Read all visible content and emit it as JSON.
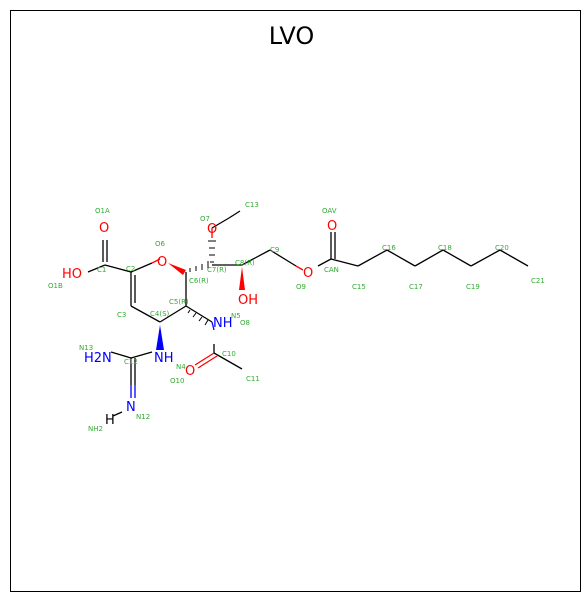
{
  "title": "LVO",
  "colors": {
    "carbon_bond": "#000000",
    "oxygen": "#ff0000",
    "nitrogen": "#0000ff",
    "atom_label": "#33aa33",
    "hetero_hydrogen": "#000000"
  },
  "atom_labels": [
    "O1A",
    "O6",
    "O7",
    "C13",
    "OAV",
    "C1",
    "C2",
    "C9",
    "C16",
    "C18",
    "C20",
    "O1B",
    "C7(R)",
    "C8(R)",
    "C21",
    "C3",
    "C4(S)",
    "C5(R)",
    "C6(R)",
    "CAN",
    "C15",
    "C17",
    "C19",
    "O9",
    "N5",
    "O8",
    "N13",
    "C12",
    "C10",
    "N4",
    "O10",
    "C11",
    "NH2",
    "N12"
  ],
  "element_symbols": {
    "oxygen_acid_carbonyl": "O",
    "hydroxyl_acid": "HO",
    "ring_oxygen": "O",
    "methoxy_oxygen": "O",
    "ester_carbonyl": "O",
    "ester_oxygen": "O",
    "hydroxyl_c8": "OH",
    "amide_nh": "NH",
    "amide_carbonyl": "O",
    "guanidine_nh": "NH",
    "guanidine_nh2": "H2N",
    "guanidine_imine": "N",
    "imine_h": "H"
  }
}
